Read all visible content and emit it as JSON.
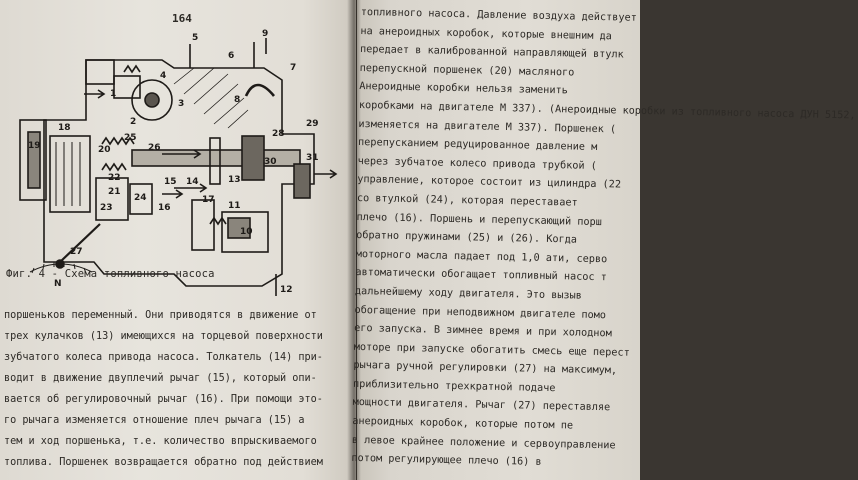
{
  "left_page": {
    "page_number": "164",
    "figure_caption": "Фиг. 4 - Схема топливного насоса",
    "diagram_labels": [
      "1",
      "2",
      "3",
      "4",
      "5",
      "6",
      "7",
      "8",
      "9",
      "10",
      "11",
      "12",
      "13",
      "14",
      "15",
      "16",
      "17",
      "18",
      "19",
      "20",
      "21",
      "22",
      "23",
      "24",
      "25",
      "26",
      "27",
      "28",
      "29",
      "30",
      "31",
      "N"
    ],
    "body_lines": [
      "поршеньков переменный. Они приводятся в движение от",
      "трех кулачков (13) имеющихся на торцевой поверхности",
      "зубчатого колеса привода насоса. Толкатель (14) при-",
      "водит в движение двуплечий рычаг (15), который опи-",
      "вается об регулировочный рычаг (16). При помощи это-",
      "го рычага изменяется отношение плеч рычага (15) а",
      "тем и ход поршенька, т.е. количество впрыскиваемого",
      "топлива. Поршенек возвращается обратно под действием"
    ]
  },
  "right_page": {
    "body_lines": [
      "топливного насоса. Давление воздуха действует",
      "на анероидных коробок, которые внешним да",
      "передает в калиброванной направляющей втулк",
      "перепускной поршенек (20) масляного",
      "Анероидные коробки нельзя заменить",
      "коробками на двигателе М 337). (Анероидные коробки из топливного насоса ДУН 5152,",
      "изменяется на двигателе М 337). Поршенек (",
      "перепусканием редуцированное давление м",
      "через зубчатое колесо привода трубкой (",
      "управление, которое состоит из цилиндра (22",
      "со втулкой (24), которая переставает",
      "плечо (16). Поршень и перепускающий порш",
      "обратно пружинами (25) и (26). Когда",
      "моторного масла падает под 1,0 ати, серво",
      "автоматически обогащает топливный насос т",
      "дальнейшему ходу двигателя. Это вызыв",
      "обогащение при неподвижном двигателе помо",
      "его запуска. В зимнее время и при холодном",
      "моторе при запуске обогатить смесь еще перест",
      "рычага ручной регулировки (27) на максимум,",
      "приблизительно трехкратной подаче",
      "мощности двигателя. Рычаг (27) переставляе",
      "анероидных коробок, которые потом пе",
      "в левое крайнее положение и сервоуправление",
      "потом регулирующее плечо (16) в"
    ]
  }
}
